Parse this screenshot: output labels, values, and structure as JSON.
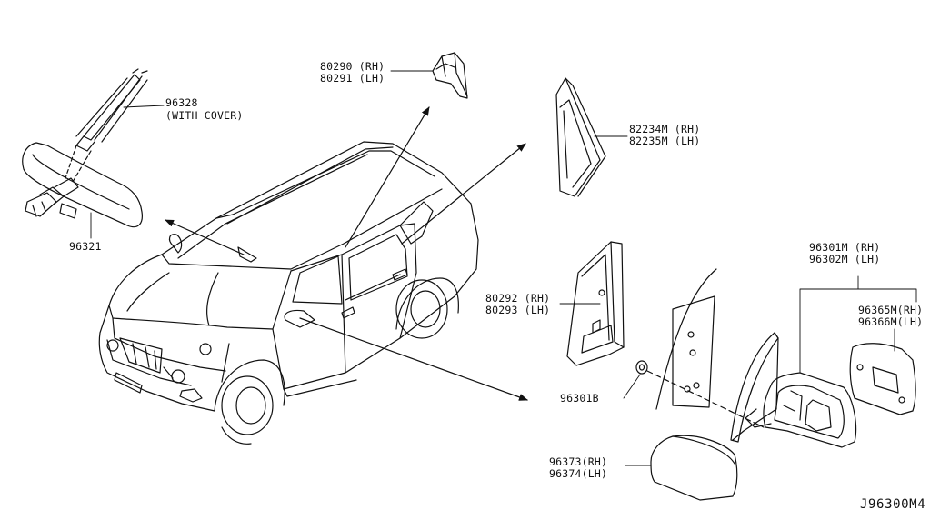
{
  "colors": {
    "ink": "#111111",
    "background": "#ffffff"
  },
  "labels": {
    "mirror_wire_a": "96328",
    "mirror_wire_b": "(WITH COVER)",
    "inner_mirror": "96321",
    "corner_upper_rh": "80290 (RH)",
    "corner_upper_lh": "80291 (LH)",
    "finisher_rh": "82234M (RH)",
    "finisher_lh": "82235M (LH)",
    "corner_lower_rh": "80292 (RH)",
    "corner_lower_lh": "80293 (LH)",
    "door_mirror_rh": "96301M (RH)",
    "door_mirror_lh": "96302M (LH)",
    "glass_rh": "96365M(RH)",
    "glass_lh": "96366M(LH)",
    "grommet": "96301B",
    "cover_rh": "96373(RH)",
    "cover_lh": "96374(LH)"
  },
  "diagram_code": "J96300M4"
}
